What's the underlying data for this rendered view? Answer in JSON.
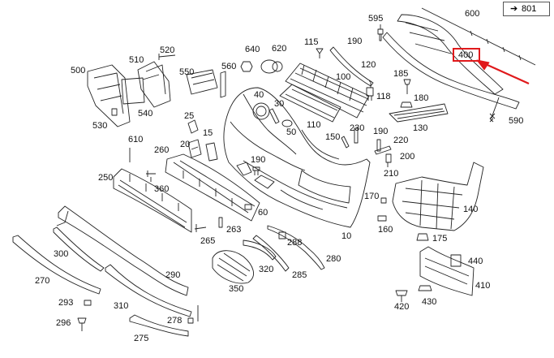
{
  "diagram": {
    "reference": {
      "icon": "arrow-right-icon",
      "text": "801"
    },
    "highlight": {
      "part": "400",
      "color": "#e0191b"
    },
    "line_color": "#222222",
    "labels": {
      "p10": "10",
      "p15": "15",
      "p20": "20",
      "p25": "25",
      "p30": "30",
      "p40": "40",
      "p50": "50",
      "p60": "60",
      "p100": "100",
      "p110": "110",
      "p115": "115",
      "p118": "118",
      "p120": "120",
      "p130": "130",
      "p140": "140",
      "p150": "150",
      "p160": "160",
      "p170": "170",
      "p175": "175",
      "p180": "180",
      "p185": "185",
      "p190a": "190",
      "p190b": "190",
      "p190c": "190",
      "p200": "200",
      "p210": "210",
      "p220": "220",
      "p230": "230",
      "p250": "250",
      "p260": "260",
      "p263": "263",
      "p265": "265",
      "p270": "270",
      "p275": "275",
      "p278": "278",
      "p280": "280",
      "p285": "285",
      "p288": "288",
      "p290": "290",
      "p293": "293",
      "p296": "296",
      "p300": "300",
      "p310": "310",
      "p320": "320",
      "p350": "350",
      "p360": "360",
      "p400": "400",
      "p410": "410",
      "p420": "420",
      "p430": "430",
      "p440": "440",
      "p500": "500",
      "p510": "510",
      "p520": "520",
      "p530": "530",
      "p540": "540",
      "p550": "550",
      "p560": "560",
      "p590": "590",
      "p595": "595",
      "p600": "600",
      "p610": "610",
      "p620": "620",
      "p640": "640"
    }
  }
}
